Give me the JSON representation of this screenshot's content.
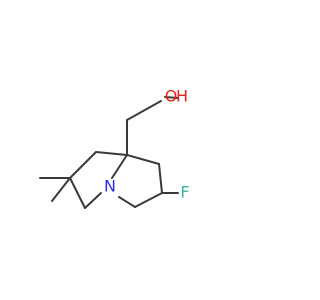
{
  "atoms": {
    "oxygen": {
      "label": "O",
      "color": "#e8201a"
    },
    "hydrogen": {
      "label": "H",
      "color": "#e8201a"
    },
    "nitrogen": {
      "label": "N",
      "color": "#2a2ee8"
    },
    "fluorine": {
      "label": "F",
      "color": "#40b0a8"
    }
  },
  "colors": {
    "bond": "#3a3a3a",
    "background": "#ffffff"
  }
}
